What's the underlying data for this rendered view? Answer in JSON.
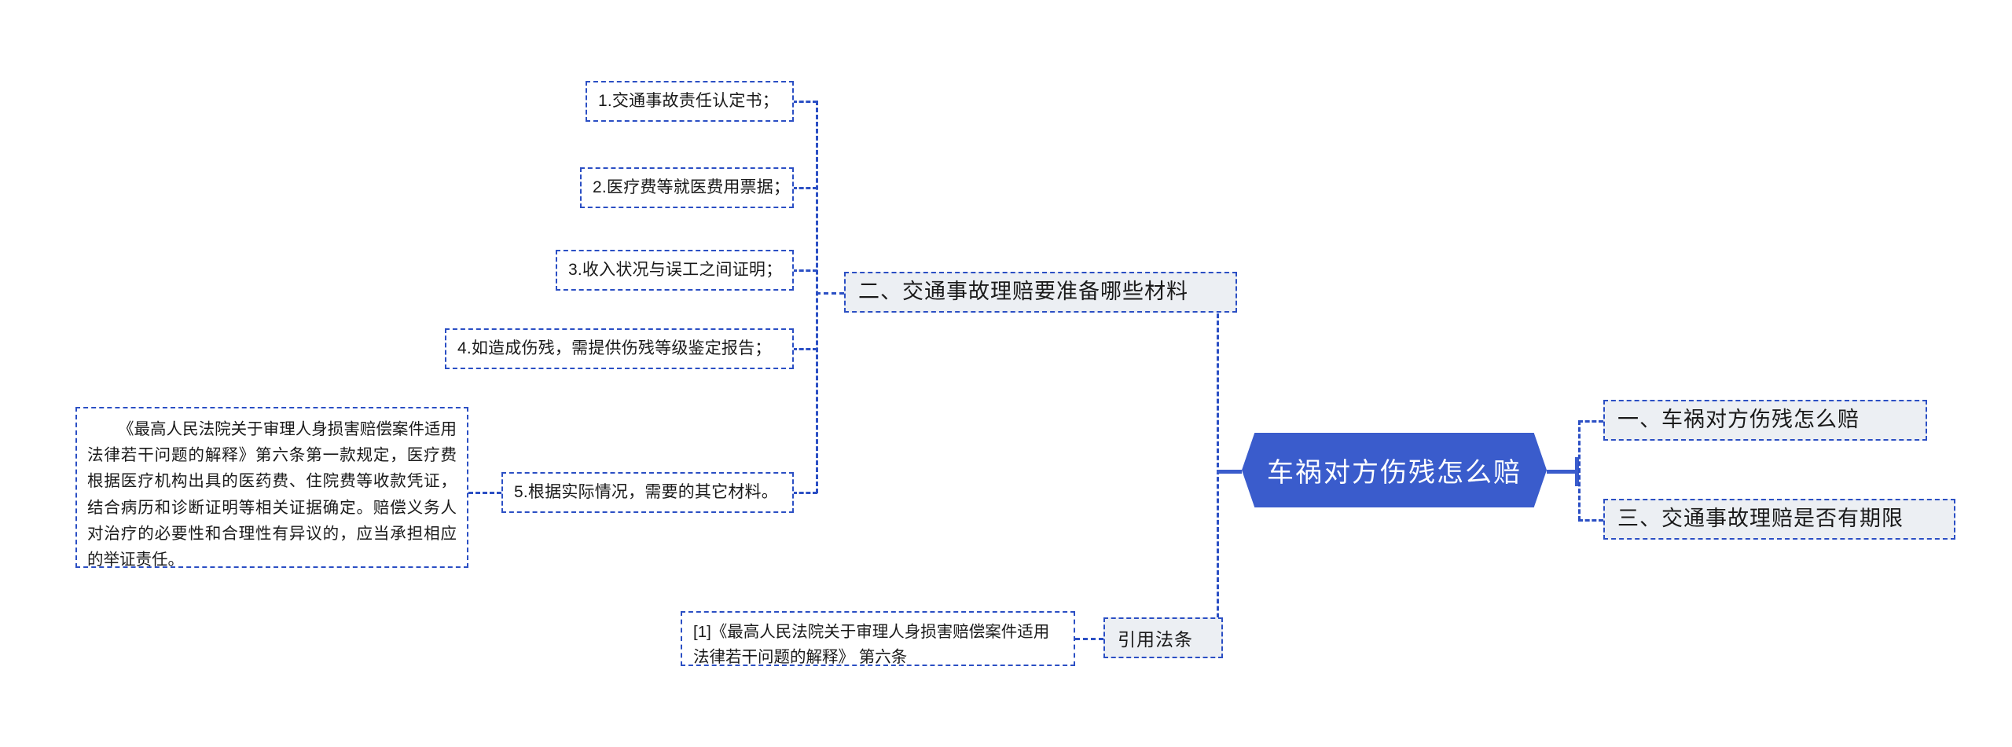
{
  "diagram": {
    "type": "mind-map",
    "title": "车祸对方伤残怎么赔",
    "colors": {
      "accent": "#3a5ccc",
      "border": "#2b4fc4",
      "node_fill": "#eceff3",
      "canvas": "#ffffff",
      "center_text": "#ffffff",
      "node_text": "#1a1a1a"
    }
  },
  "center": {
    "label": "车祸对方伤残怎么赔"
  },
  "branches": {
    "right": [
      {
        "label": "一、车祸对方伤残怎么赔"
      },
      {
        "label": "三、交通事故理赔是否有期限"
      }
    ],
    "middle": {
      "label": "二、交通事故理赔要准备哪些材料",
      "items": [
        {
          "label": "1.交通事故责任认定书；"
        },
        {
          "label": "2.医疗费等就医费用票据；"
        },
        {
          "label": "3.收入状况与误工之间证明；"
        },
        {
          "label": "4.如造成伤残，需提供伤残等级鉴定报告；"
        },
        {
          "label": "5.根据实际情况，需要的其它材料。"
        }
      ]
    },
    "bottom": {
      "label": "引用法条",
      "citation": "[1]《最高人民法院关于审理人身损害赔偿案件适用法律若干问题的解释》 第六条"
    },
    "note": {
      "text": "《最高人民法院关于审理人身损害赔偿案件适用法律若干问题的解释》第六条第一款规定，医疗费根据医疗机构出具的医药费、住院费等收款凭证，结合病历和诊断证明等相关证据确定。赔偿义务人对治疗的必要性和合理性有异议的，应当承担相应的举证责任。"
    }
  }
}
